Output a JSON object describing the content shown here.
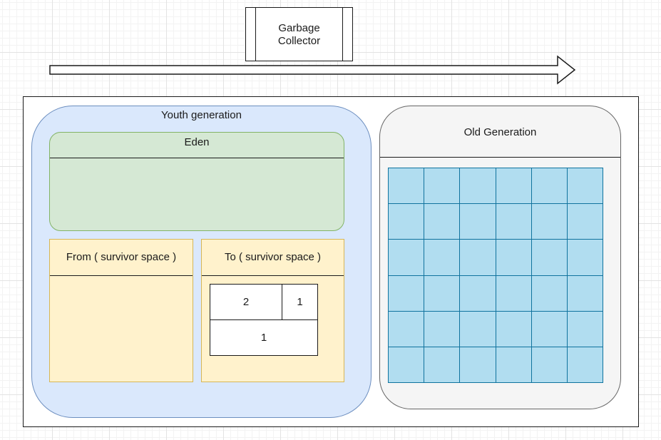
{
  "diagram": {
    "garbage_collector": {
      "label_line1": "Garbage",
      "label_line2": "Collector"
    },
    "youth_generation": {
      "title": "Youth generation",
      "eden": {
        "title": "Eden"
      },
      "from_space": {
        "title": "From ( survivor space )"
      },
      "to_space": {
        "title": "To ( survivor space )",
        "objects": [
          "2",
          "1",
          "1"
        ]
      }
    },
    "old_generation": {
      "title": "Old Generation",
      "grid_rows": 6,
      "grid_columns": 6
    }
  },
  "colors": {
    "youth_fill": "#dae8fc",
    "youth_stroke": "#6c8ebf",
    "eden_fill": "#d5e8d4",
    "eden_stroke": "#82b366",
    "survivor_fill": "#fff2cc",
    "survivor_stroke": "#d6b656",
    "old_fill": "#f5f5f5",
    "old_stroke": "#666666",
    "old_cell_fill": "#b1ddf0",
    "old_cell_stroke": "#10739e"
  }
}
